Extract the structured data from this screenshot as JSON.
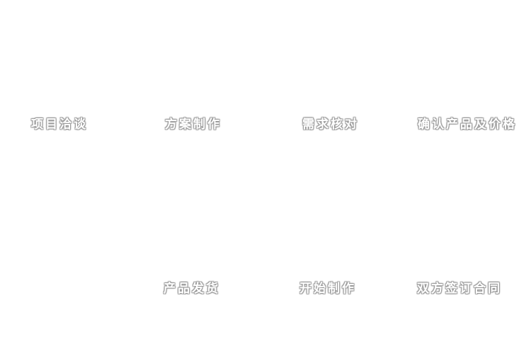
{
  "diagram": {
    "type": "process-flow",
    "background_color": "#ffffff",
    "text_color": "#ffffff",
    "steps": {
      "top": [
        {
          "label": "项目洽谈"
        },
        {
          "label": "方案制作"
        },
        {
          "label": "需求核对"
        },
        {
          "label": "确认产品及价格"
        }
      ],
      "bottom": [
        {
          "label": "产品发货"
        },
        {
          "label": "开始制作"
        },
        {
          "label": "双方签订合同"
        }
      ]
    }
  }
}
